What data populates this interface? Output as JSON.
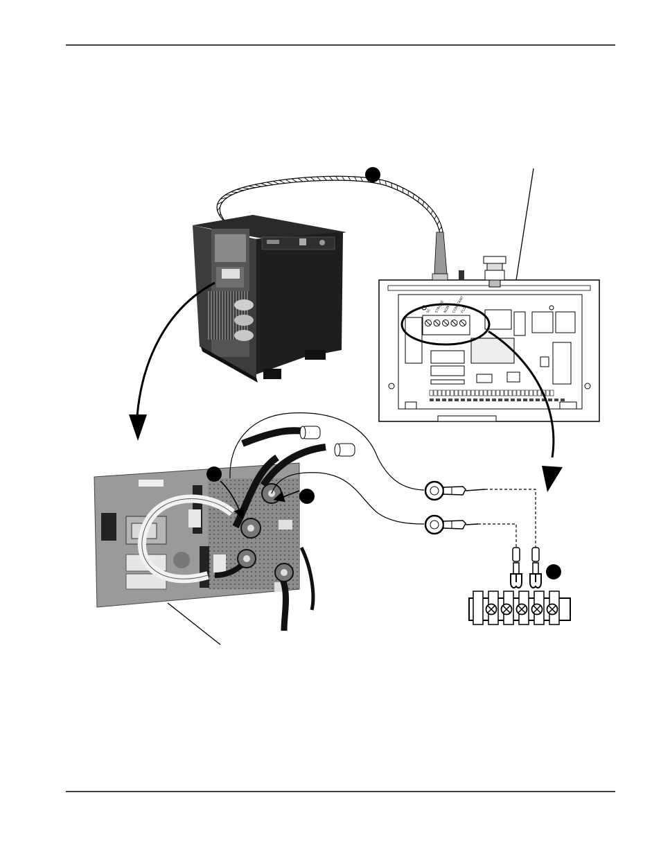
{
  "page": {
    "header_rule": true,
    "footer_rule": true
  },
  "callouts": [
    {
      "id": "callout-top",
      "label": ""
    },
    {
      "id": "callout-pcb-left",
      "label": ""
    },
    {
      "id": "callout-pcb-right",
      "label": ""
    },
    {
      "id": "callout-terminal",
      "label": ""
    }
  ],
  "control_board": {
    "terminal_labels": [
      "SC",
      "STROBE",
      "NON",
      "CONSTANT",
      "FLO"
    ]
  },
  "terminal_strip": {
    "screw_count": 5
  },
  "colors": {
    "ink": "#000000",
    "cabinet": "#1c1c1c",
    "board_photo": "#9a9a9a",
    "paper": "#ffffff"
  }
}
